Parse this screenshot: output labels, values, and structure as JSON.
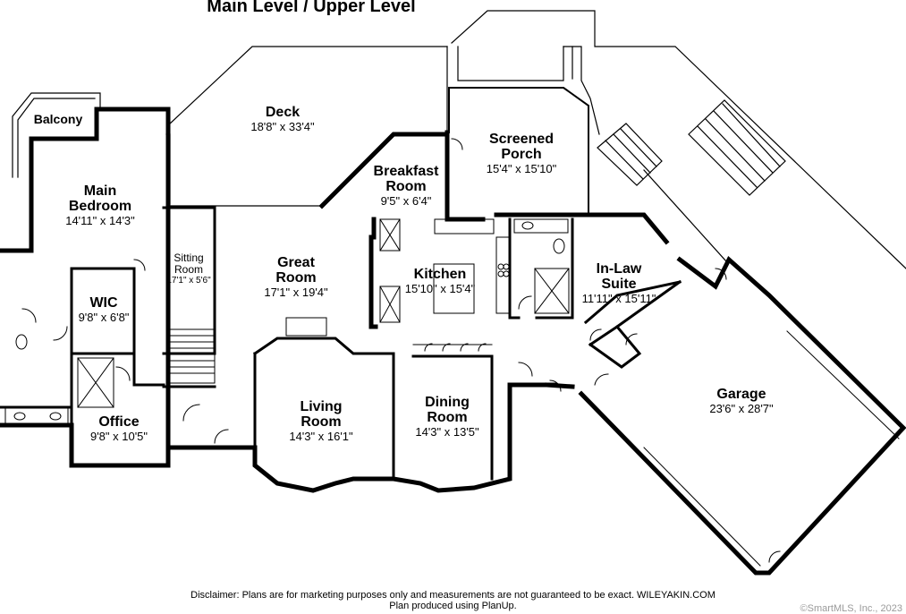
{
  "title": "Main Level / Upper Level",
  "rooms": {
    "deck": {
      "name": "Deck",
      "dims": "18'8\" x 33'4\""
    },
    "screened_porch": {
      "name": "Screened Porch",
      "dims": "15'4\" x 15'10\""
    },
    "balcony": {
      "name": "Balcony"
    },
    "main_bedroom": {
      "name": "Main Bedroom",
      "dims": "14'11\" x 14'3\""
    },
    "breakfast_room": {
      "name": "Breakfast Room",
      "dims": "9'5\" x 6'4\""
    },
    "sitting_room": {
      "name": "Sitting Room",
      "dims": "17'1\" x 5'6\""
    },
    "great_room": {
      "name": "Great Room",
      "dims": "17'1\" x 19'4\""
    },
    "kitchen": {
      "name": "Kitchen",
      "dims": "15'10\" x 15'4\""
    },
    "in_law_suite": {
      "name": "In-Law Suite",
      "dims": "11'11\" x 15'11\""
    },
    "wic": {
      "name": "WIC",
      "dims": "9'8\" x 6'8\""
    },
    "garage": {
      "name": "Garage",
      "dims": "23'6\" x 28'7\""
    },
    "living_room": {
      "name": "Living Room",
      "dims": "14'3\" x 16'1\""
    },
    "dining_room": {
      "name": "Dining Room",
      "dims": "14'3\" x 13'5\""
    },
    "office": {
      "name": "Office",
      "dims": "9'8\" x 10'5\""
    }
  },
  "footer": {
    "disclaimer": "Disclaimer: Plans are for marketing purposes only and measurements are not guaranteed to be exact. WILEYAKIN.COM",
    "produced": "Plan produced using PlanUp."
  },
  "copyright": "©SmartMLS, Inc., 2023"
}
